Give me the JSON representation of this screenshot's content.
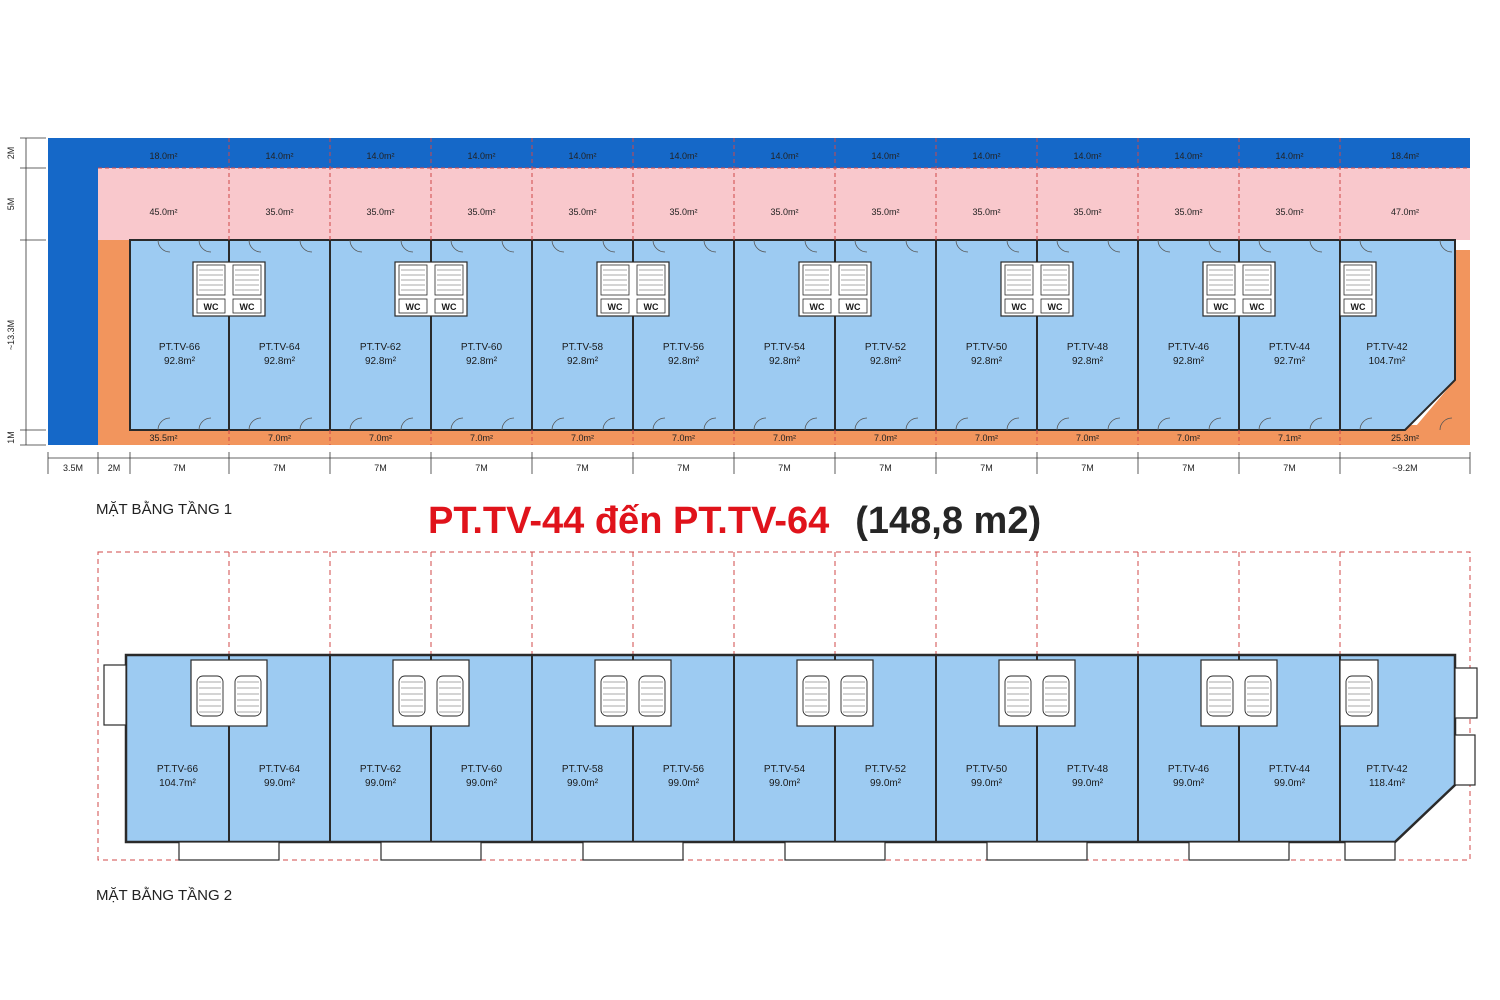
{
  "headline": {
    "text": "PT.TV-44 đến PT.TV-64",
    "area": "(148,8 m2)",
    "color": "#e0131b"
  },
  "floor1": {
    "caption": "MẶT BẰNG TẦNG 1",
    "units": [
      {
        "name": "PT.TV-66",
        "area": "92.8m²"
      },
      {
        "name": "PT.TV-64",
        "area": "92.8m²"
      },
      {
        "name": "PT.TV-62",
        "area": "92.8m²"
      },
      {
        "name": "PT.TV-60",
        "area": "92.8m²"
      },
      {
        "name": "PT.TV-58",
        "area": "92.8m²"
      },
      {
        "name": "PT.TV-56",
        "area": "92.8m²"
      },
      {
        "name": "PT.TV-54",
        "area": "92.8m²"
      },
      {
        "name": "PT.TV-52",
        "area": "92.8m²"
      },
      {
        "name": "PT.TV-50",
        "area": "92.8m²"
      },
      {
        "name": "PT.TV-48",
        "area": "92.8m²"
      },
      {
        "name": "PT.TV-46",
        "area": "92.8m²"
      },
      {
        "name": "PT.TV-44",
        "area": "92.7m²"
      },
      {
        "name": "PT.TV-42",
        "area": "104.7m²"
      }
    ],
    "blue_strip_areas": [
      "18.0m²",
      "14.0m²",
      "14.0m²",
      "14.0m²",
      "14.0m²",
      "14.0m²",
      "14.0m²",
      "14.0m²",
      "14.0m²",
      "14.0m²",
      "14.0m²",
      "14.0m²",
      "18.4m²"
    ],
    "pink_strip_areas": [
      "45.0m²",
      "35.0m²",
      "35.0m²",
      "35.0m²",
      "35.0m²",
      "35.0m²",
      "35.0m²",
      "35.0m²",
      "35.0m²",
      "35.0m²",
      "35.0m²",
      "35.0m²",
      "47.0m²"
    ],
    "front_strip_areas": [
      "35.5m²",
      "7.0m²",
      "7.0m²",
      "7.0m²",
      "7.0m²",
      "7.0m²",
      "7.0m²",
      "7.0m²",
      "7.0m²",
      "7.0m²",
      "7.0m²",
      "7.1m²",
      "25.3m²"
    ],
    "wc_label": "WC",
    "vertical_dims": [
      "2M",
      "5M",
      "~13.3M",
      "1M"
    ],
    "horizontal_dims": [
      "3.5M",
      "2M",
      "7M",
      "7M",
      "7M",
      "7M",
      "7M",
      "7M",
      "7M",
      "7M",
      "7M",
      "7M",
      "7M",
      "7M",
      "~9.2M"
    ],
    "colors": {
      "unit": "#9dcbf2",
      "pink": "#f9c8cc",
      "blue": "#1568c8",
      "orange": "#f2955d"
    }
  },
  "floor2": {
    "caption": "MẶT BẰNG TẦNG 2",
    "units": [
      {
        "name": "PT.TV-66",
        "area": "104.7m²"
      },
      {
        "name": "PT.TV-64",
        "area": "99.0m²"
      },
      {
        "name": "PT.TV-62",
        "area": "99.0m²"
      },
      {
        "name": "PT.TV-60",
        "area": "99.0m²"
      },
      {
        "name": "PT.TV-58",
        "area": "99.0m²"
      },
      {
        "name": "PT.TV-56",
        "area": "99.0m²"
      },
      {
        "name": "PT.TV-54",
        "area": "99.0m²"
      },
      {
        "name": "PT.TV-52",
        "area": "99.0m²"
      },
      {
        "name": "PT.TV-50",
        "area": "99.0m²"
      },
      {
        "name": "PT.TV-48",
        "area": "99.0m²"
      },
      {
        "name": "PT.TV-46",
        "area": "99.0m²"
      },
      {
        "name": "PT.TV-44",
        "area": "99.0m²"
      },
      {
        "name": "PT.TV-42",
        "area": "118.4m²"
      }
    ]
  }
}
